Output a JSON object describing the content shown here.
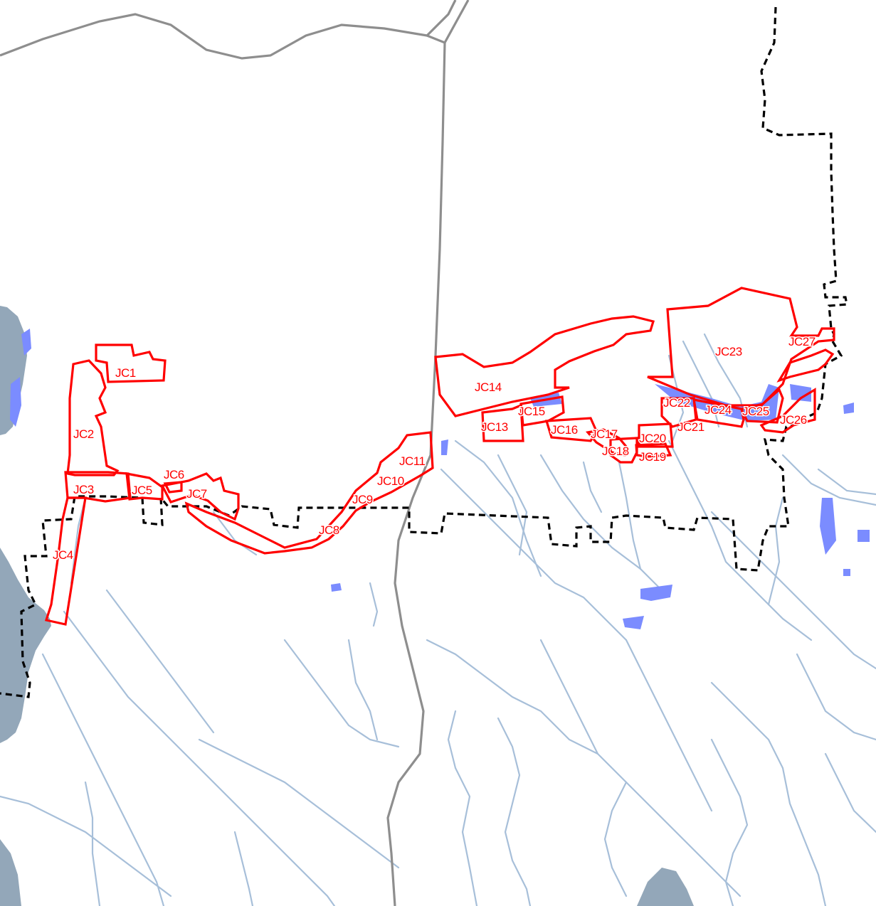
{
  "map": {
    "units": [
      {
        "id": "jc1",
        "label": "JC1"
      },
      {
        "id": "jc2",
        "label": "JC2"
      },
      {
        "id": "jc3",
        "label": "JC3"
      },
      {
        "id": "jc4",
        "label": "JC4"
      },
      {
        "id": "jc5",
        "label": "JC5"
      },
      {
        "id": "jc6",
        "label": "JC6"
      },
      {
        "id": "jc7",
        "label": "JC7"
      },
      {
        "id": "jc8",
        "label": "JC8"
      },
      {
        "id": "jc9",
        "label": "JC9"
      },
      {
        "id": "jc10",
        "label": "JC10"
      },
      {
        "id": "jc11",
        "label": "JC11"
      },
      {
        "id": "jc13",
        "label": "JC13"
      },
      {
        "id": "jc14",
        "label": "JC14"
      },
      {
        "id": "jc15",
        "label": "JC15"
      },
      {
        "id": "jc16",
        "label": "JC16"
      },
      {
        "id": "jc17",
        "label": "JC17"
      },
      {
        "id": "jc18",
        "label": "JC18"
      },
      {
        "id": "jc19",
        "label": "JC19"
      },
      {
        "id": "jc20",
        "label": "JC20"
      },
      {
        "id": "jc21",
        "label": "JC21"
      },
      {
        "id": "jc22",
        "label": "JC22"
      },
      {
        "id": "jc23",
        "label": "JC23"
      },
      {
        "id": "jc24",
        "label": "JC24"
      },
      {
        "id": "jc25",
        "label": "JC25"
      },
      {
        "id": "jc26",
        "label": "JC26"
      },
      {
        "id": "jc27",
        "label": "JC27"
      }
    ],
    "colors": {
      "unit_outline": "#ff0000",
      "stream": "#a7bfd9",
      "water_body": "#7b8cff",
      "river": "#93a7b9",
      "highway": "#8e8e8e",
      "boundary": "#000000"
    }
  }
}
